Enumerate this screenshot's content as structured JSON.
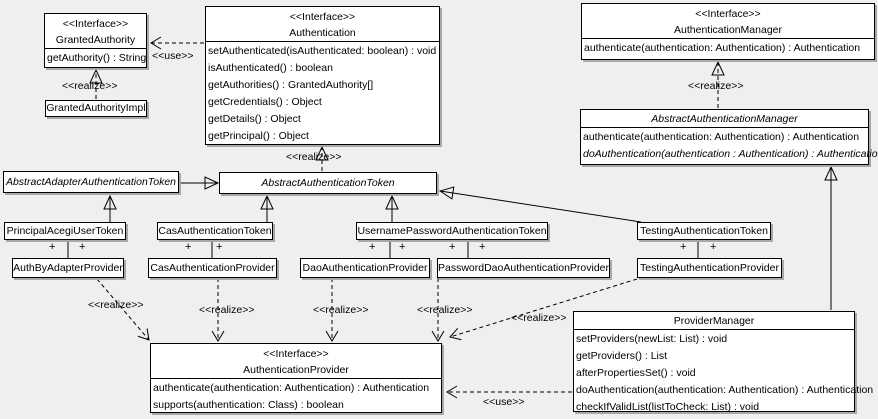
{
  "diagram": {
    "background_color": "#efefef",
    "box_fill_color": "#ffffff",
    "line_color": "#000000",
    "shadow_color": "#a8a8a8"
  },
  "classes": [
    {
      "stereotype": "<<Interface>>",
      "name": "GrantedAuthority",
      "methods": [
        "getAuthority() : String"
      ]
    },
    {
      "name": "GrantedAuthorityImpl"
    },
    {
      "stereotype": "<<Interface>>",
      "name": "Authentication",
      "methods": [
        "setAuthenticated(isAuthenticated: boolean) : void",
        "isAuthenticated() : boolean",
        "getAuthorities() : GrantedAuthority[]",
        "getCredentials() : Object",
        "getDetails() : Object",
        "getPrincipal() : Object"
      ]
    },
    {
      "stereotype": "<<Interface>>",
      "name": "AuthenticationManager",
      "methods": [
        "authenticate(authentication: Authentication) : Authentication"
      ]
    },
    {
      "name": "AbstractAuthenticationManager",
      "abstract": true,
      "methods": [
        "authenticate(authentication: Authentication) : Authentication",
        "doAuthentication(authentication : Authentication) : Authentication"
      ]
    },
    {
      "name": "AbstractAdapterAuthenticationToken",
      "abstract": true
    },
    {
      "name": "AbstractAuthenticationToken",
      "abstract": true
    },
    {
      "name": "PrincipalAcegiUserToken"
    },
    {
      "name": "CasAuthenticationToken"
    },
    {
      "name": "UsernamePasswordAuthenticationToken"
    },
    {
      "name": "TestingAuthenticationToken"
    },
    {
      "name": "AuthByAdapterProvider"
    },
    {
      "name": "CasAuthenticationProvider"
    },
    {
      "name": "DaoAuthenticationProvider"
    },
    {
      "name": "PasswordDaoAuthenticationProvider"
    },
    {
      "name": "TestingAuthenticationProvider"
    },
    {
      "stereotype": "<<Interface>>",
      "name": "AuthenticationProvider",
      "methods": [
        "authenticate(authentication: Authentication) : Authentication",
        "supports(authentication: Class) : boolean"
      ]
    },
    {
      "name": "ProviderManager",
      "methods": [
        "setProviders(newList: List) : void",
        "getProviders() : List",
        "afterPropertiesSet() : void",
        "doAuthentication(authentication: Authentication) : Authentication",
        "checkIfValidList(listToCheck: List) : void"
      ]
    }
  ],
  "labels": [
    {
      "text": "<<use>>"
    },
    {
      "text": "<<realize>>"
    },
    {
      "text": "<<realize>>"
    },
    {
      "text": "<<realize>>"
    },
    {
      "text": "<<realize>>"
    },
    {
      "text": "<<realize>>"
    },
    {
      "text": "<<realize>>"
    },
    {
      "text": "<<realize>>"
    },
    {
      "text": "<<realize>>"
    },
    {
      "text": "<<use>>"
    }
  ],
  "plus": "+"
}
